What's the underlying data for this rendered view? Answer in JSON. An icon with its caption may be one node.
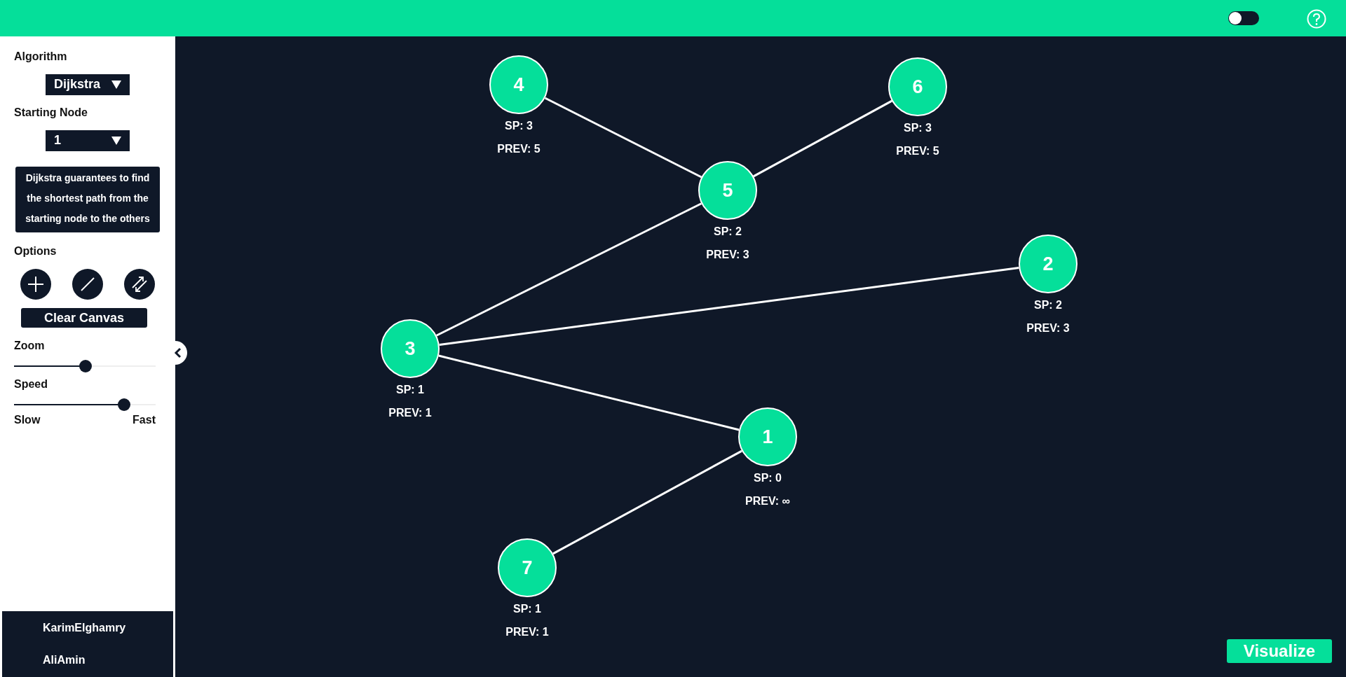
{
  "diagram": {
    "nodes": [
      {
        "text": [
          "4"
        ],
        "beside": [
          "SP: 3",
          "PREV: 5"
        ]
      },
      {
        "text": [
          "6"
        ],
        "beside": [
          "SP: 3",
          "PREV: 5"
        ]
      },
      {
        "text": [
          "5"
        ],
        "beside": [
          "SP: 2",
          "PREV: 3"
        ]
      },
      {
        "text": [
          "2"
        ],
        "beside": [
          "SP: 2",
          "PREV: 3"
        ]
      },
      {
        "text": [
          "3"
        ],
        "beside": [
          "SP: 1",
          "PREV: 1"
        ]
      },
      {
        "text": [
          "1"
        ],
        "beside": [
          "SP: 0",
          "PREV: ∞"
        ]
      },
      {
        "text": [
          "7"
        ],
        "beside": [
          "SP: 1",
          "PREV: 1"
        ]
      }
    ],
    "edges": [
      {
        "from": 0,
        "to": 2,
        "arrow": "none"
      },
      {
        "from": 2,
        "to": 1,
        "arrow": "none"
      },
      {
        "from": 4,
        "to": 2,
        "arrow": "none"
      },
      {
        "from": 4,
        "to": 3,
        "arrow": "none"
      },
      {
        "from": 4,
        "to": 5,
        "arrow": "none"
      },
      {
        "from": 5,
        "to": 6,
        "arrow": "none"
      }
    ],
    "labels": [
      "Algorithm",
      "Dijkstra",
      "Starting Node",
      "1",
      "Dijkstra guarantees to find the shortest path from the starting node to the others",
      "Options",
      "Clear Canvas",
      "Zoom",
      "Speed",
      "Slow",
      "Fast",
      "KarimElghamry",
      "AliAmin",
      "Visualize"
    ]
  }
}
